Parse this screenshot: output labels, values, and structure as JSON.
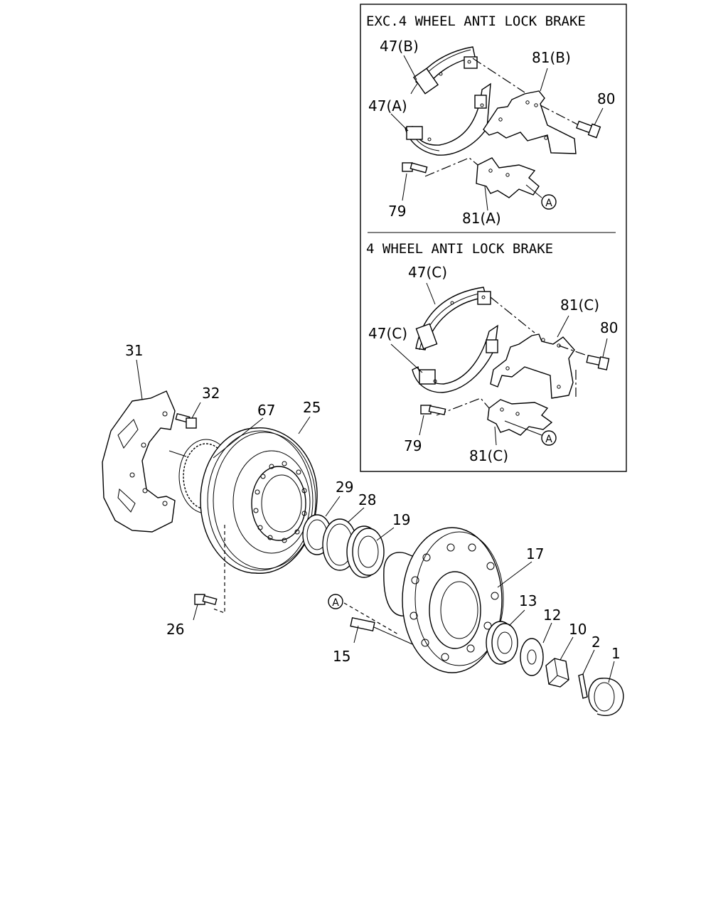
{
  "inset_top": {
    "title": "EXC.4 WHEEL ANTI LOCK BRAKE"
  },
  "inset_bottom": {
    "title": "4 WHEEL ANTI LOCK BRAKE"
  },
  "circle_ref": "A",
  "callouts": {
    "p1": "1",
    "p2": "2",
    "p10": "10",
    "p12": "12",
    "p13": "13",
    "p15": "15",
    "p17": "17",
    "p19": "19",
    "p25": "25",
    "p26": "26",
    "p28": "28",
    "p29": "29",
    "p31": "31",
    "p32": "32",
    "p67": "67",
    "i1_47b": "47(B)",
    "i1_47a": "47(A)",
    "i1_81b": "81(B)",
    "i1_80": "80",
    "i1_79": "79",
    "i1_81a": "81(A)",
    "i2_47c_top": "47(C)",
    "i2_47c_bot": "47(C)",
    "i2_81c_top": "81(C)",
    "i2_80": "80",
    "i2_79": "79",
    "i2_81c_bot": "81(C)"
  }
}
